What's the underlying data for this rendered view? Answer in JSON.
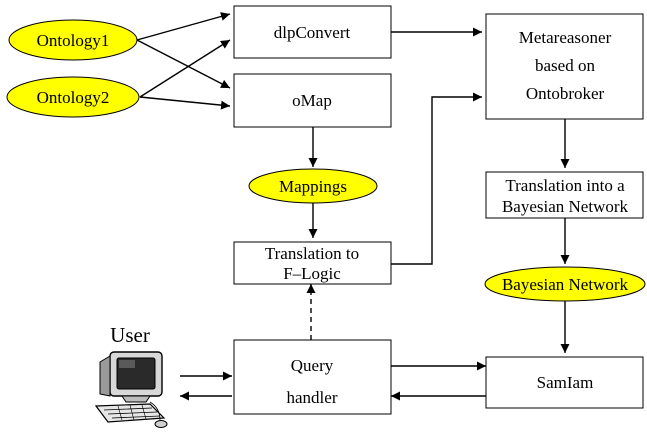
{
  "diagram": {
    "nodes": {
      "ontology1": "Ontology1",
      "ontology2": "Ontology2",
      "dlpconvert": "dlpConvert",
      "omap": "oMap",
      "mappings": "Mappings",
      "translation_flogic": [
        "Translation to",
        "F–Logic"
      ],
      "query_handler": [
        "Query",
        "handler"
      ],
      "metareasoner": [
        "Metareasoner",
        "based on",
        "Ontobroker"
      ],
      "translation_bn": [
        "Translation into a",
        "Bayesian Network"
      ],
      "bayesian_network": "Bayesian Network",
      "samiam": "SamIam",
      "user": "User"
    },
    "colors": {
      "ellipse_fill": "#ffff00",
      "box_fill": "#ffffff",
      "stroke": "#000000"
    },
    "icons": [
      "computer-user-icon"
    ]
  }
}
